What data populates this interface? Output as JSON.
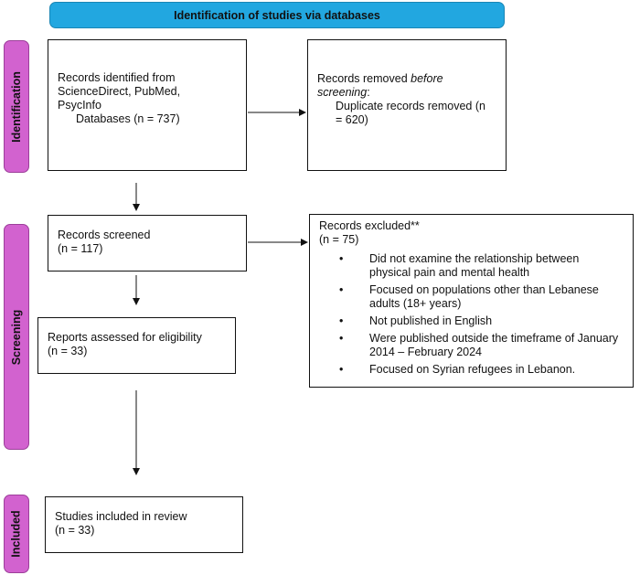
{
  "header": {
    "title": "Identification of studies via databases"
  },
  "stages": {
    "identification": "Identification",
    "screening": "Screening",
    "included": "Included"
  },
  "identified": {
    "lines": [
      "Records identified from",
      "ScienceDirect, PubMed,",
      "PsycInfo",
      "Databases (n = 737)"
    ]
  },
  "removed": {
    "line1": "Records removed ",
    "line1_italic": "before",
    "line2_italic": "screening",
    "line2_rest": ":",
    "line3": "Duplicate records removed (n",
    "line4": "= 620)"
  },
  "screened": {
    "lines": [
      "Records screened",
      "(n = 117)"
    ]
  },
  "excluded": {
    "title": "Records excluded**",
    "count": "(n = 75)",
    "bullet": "•",
    "reasons": [
      [
        "Did not examine the relationship between",
        "physical pain and mental health"
      ],
      [
        "Focused on populations other than Lebanese",
        "adults (18+ years)"
      ],
      [
        "Not published in English"
      ],
      [
        "Were published outside the timeframe of January",
        "2014 – February 2024"
      ],
      [
        "Focused on Syrian refugees in Lebanon."
      ]
    ]
  },
  "assessed": {
    "lines": [
      "Reports assessed for eligibility",
      "(n = 33)"
    ]
  },
  "included_box": {
    "lines": [
      "Studies included in review",
      "(n = 33)"
    ]
  }
}
